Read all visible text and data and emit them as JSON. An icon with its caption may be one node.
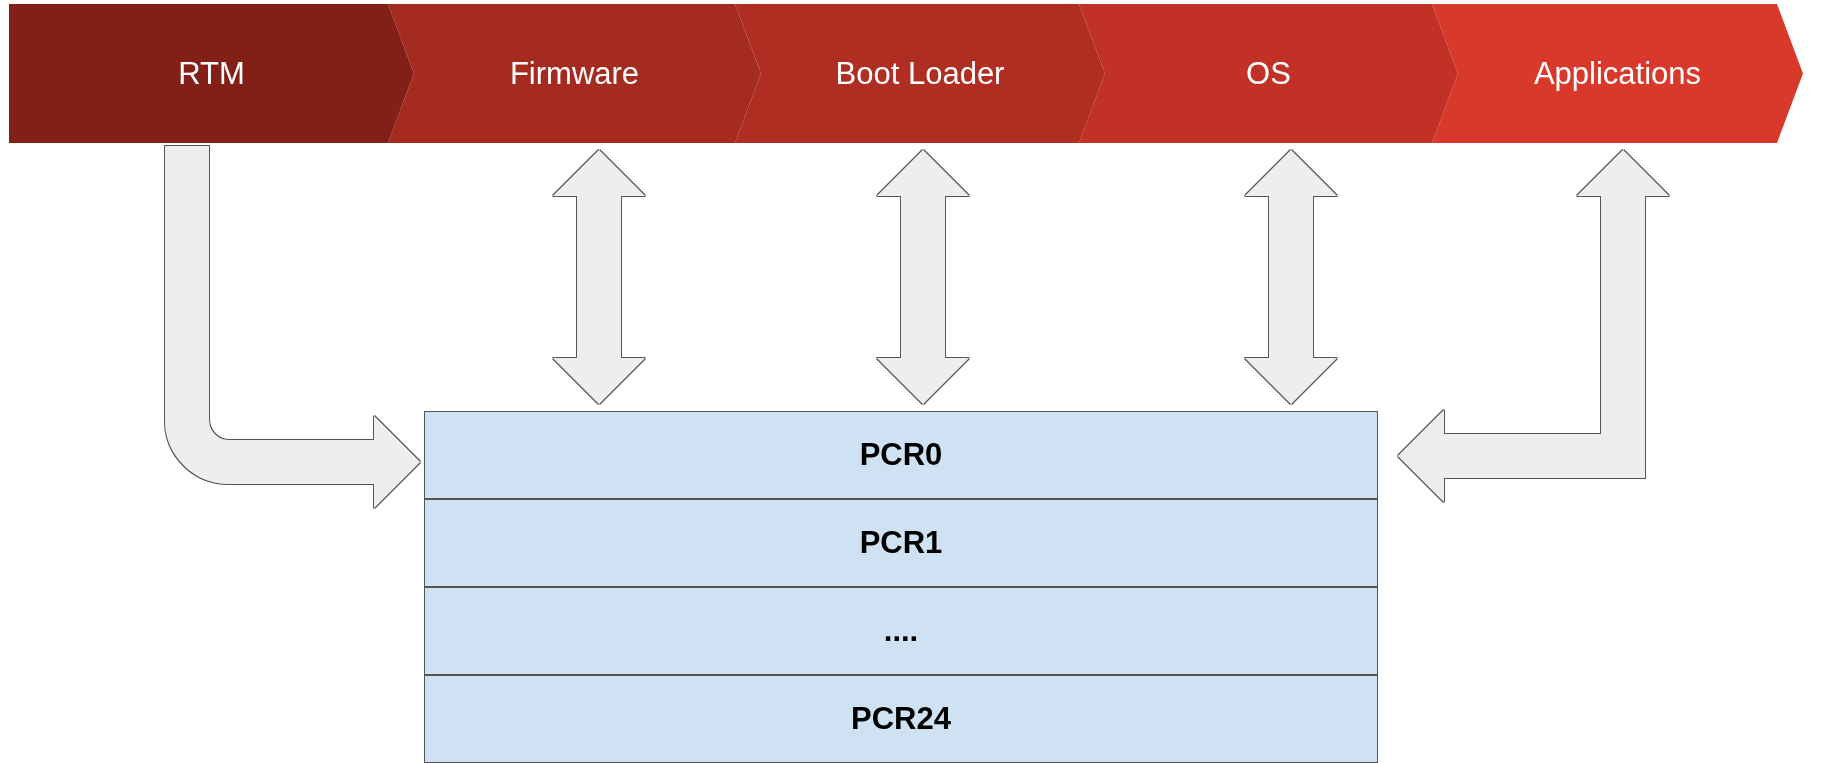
{
  "diagram": {
    "nodes": [
      {
        "text": [
          "RTM"
        ]
      },
      {
        "text": [
          "Firmware"
        ]
      },
      {
        "text": [
          "Boot Loader"
        ]
      },
      {
        "text": [
          "OS"
        ]
      },
      {
        "text": [
          "Applications"
        ]
      },
      {
        "text": [],
        "shape": "box"
      },
      {
        "text": [
          "PCR0"
        ],
        "in": 5
      },
      {
        "text": [
          "PCR1"
        ],
        "in": 5
      },
      {
        "text": [
          "...."
        ],
        "in": 5
      },
      {
        "text": [
          "PCR24"
        ],
        "in": 5
      }
    ],
    "edges": [
      {
        "from": 0,
        "to": 5,
        "arrow": "to"
      },
      {
        "from": 1,
        "to": 5,
        "arrow": "both"
      },
      {
        "from": 2,
        "to": 5,
        "arrow": "both"
      },
      {
        "from": 3,
        "to": 5,
        "arrow": "both"
      },
      {
        "from": 4,
        "to": 5,
        "arrow": "both"
      }
    ]
  }
}
